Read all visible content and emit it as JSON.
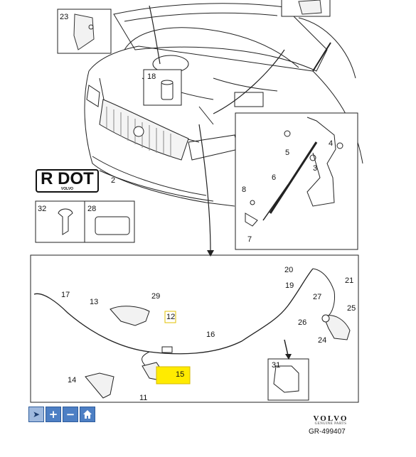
{
  "labels": {
    "l23": "23",
    "l18": "18",
    "l2": "2",
    "l32": "32",
    "l28": "28",
    "l5": "5",
    "l4": "4",
    "l3": "3",
    "l6": "6",
    "l8": "8",
    "l7": "7",
    "l17": "17",
    "l13": "13",
    "l29": "29",
    "l12": "12",
    "l16": "16",
    "l20": "20",
    "l21": "21",
    "l19": "19",
    "l27": "27",
    "l25": "25",
    "l26": "26",
    "l24": "24",
    "l14": "14",
    "l15": "15",
    "l11": "11",
    "l31": "31"
  },
  "rdot": {
    "text": "R DOT",
    "small": "VOLVO"
  },
  "brand": {
    "logo": "VOLVO",
    "sub": "GENUINE PARTS"
  },
  "ref": "GR-499407",
  "toolbar": {
    "select": "select-icon",
    "zoom_in": "+",
    "zoom_out": "−",
    "home": "home-icon"
  },
  "highlight_color": "#ffeb00",
  "accent_color": "#4d7fc4"
}
